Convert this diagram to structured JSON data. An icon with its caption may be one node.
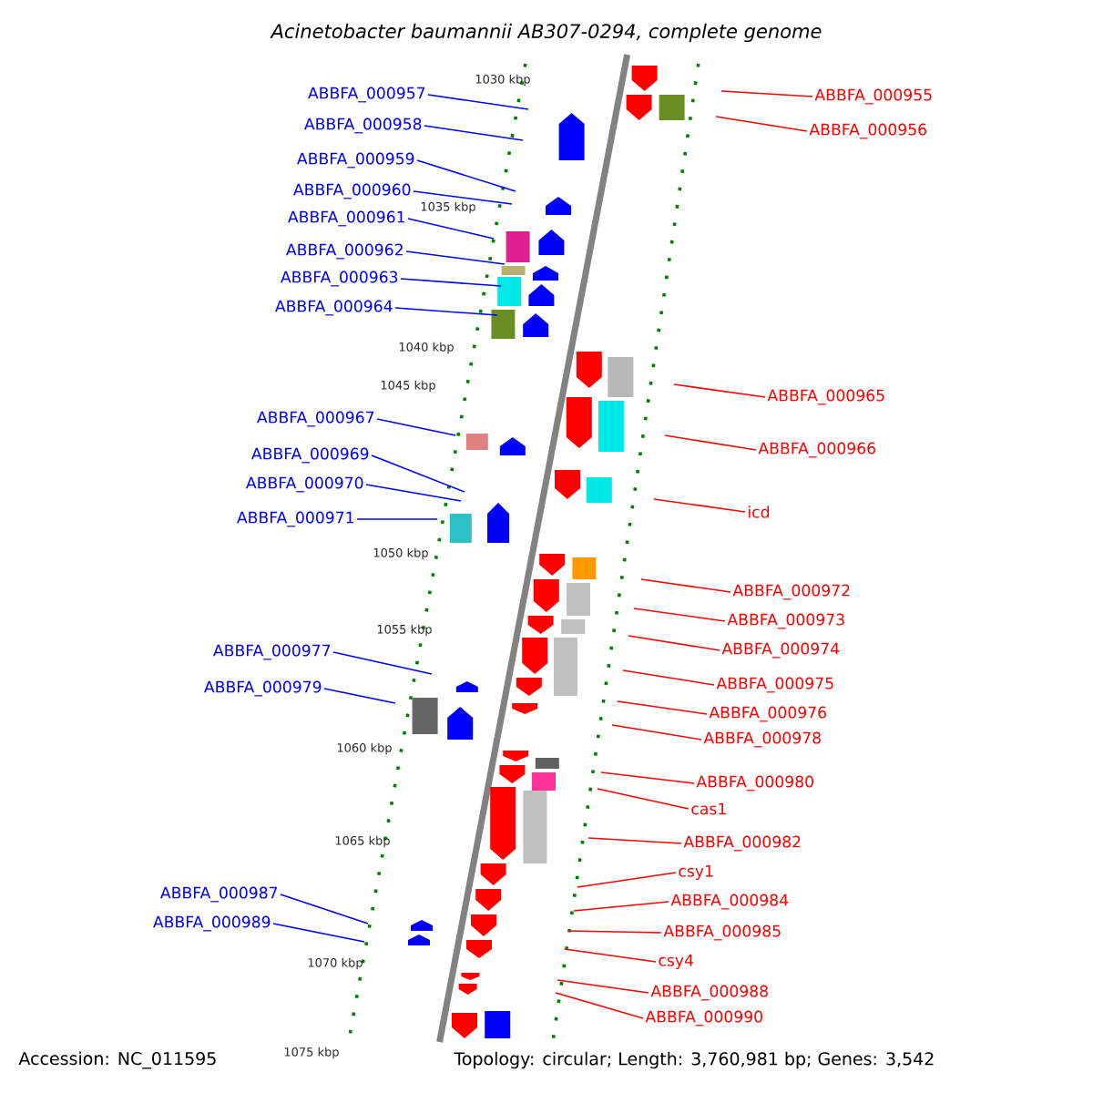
{
  "diagram": {
    "title": "Acinetobacter baumannii AB307-0294, complete genome",
    "nodes": [
      {
        "text": [
          "ABBFA_000957"
        ]
      },
      {
        "text": [
          "ABBFA_000958"
        ]
      },
      {
        "text": [
          "ABBFA_000959"
        ]
      },
      {
        "text": [
          "ABBFA_000960"
        ]
      },
      {
        "text": [
          "ABBFA_000961"
        ]
      },
      {
        "text": [
          "ABBFA_000962"
        ]
      },
      {
        "text": [
          "ABBFA_000963"
        ]
      },
      {
        "text": [
          "ABBFA_000964"
        ]
      },
      {
        "text": [
          "ABBFA_000967"
        ]
      },
      {
        "text": [
          "ABBFA_000969"
        ]
      },
      {
        "text": [
          "ABBFA_000970"
        ]
      },
      {
        "text": [
          "ABBFA_000971"
        ]
      },
      {
        "text": [
          "ABBFA_000977"
        ]
      },
      {
        "text": [
          "ABBFA_000979"
        ]
      },
      {
        "text": [
          "ABBFA_000987"
        ]
      },
      {
        "text": [
          "ABBFA_000989"
        ]
      },
      {
        "text": [
          "ABBFA_000955"
        ]
      },
      {
        "text": [
          "ABBFA_000956"
        ]
      },
      {
        "text": [
          "ABBFA_000965"
        ]
      },
      {
        "text": [
          "ABBFA_000966"
        ]
      },
      {
        "text": [
          "icd"
        ]
      },
      {
        "text": [
          "ABBFA_000972"
        ]
      },
      {
        "text": [
          "ABBFA_000973"
        ]
      },
      {
        "text": [
          "ABBFA_000974"
        ]
      },
      {
        "text": [
          "ABBFA_000975"
        ]
      },
      {
        "text": [
          "ABBFA_000976"
        ]
      },
      {
        "text": [
          "ABBFA_000978"
        ]
      },
      {
        "text": [
          "ABBFA_000980"
        ]
      },
      {
        "text": [
          "cas1"
        ]
      },
      {
        "text": [
          "ABBFA_000982"
        ]
      },
      {
        "text": [
          "csy1"
        ]
      },
      {
        "text": [
          "ABBFA_000984"
        ]
      },
      {
        "text": [
          "ABBFA_000985"
        ]
      },
      {
        "text": [
          "csy4"
        ]
      },
      {
        "text": [
          "ABBFA_000988"
        ]
      },
      {
        "text": [
          "ABBFA_000990"
        ]
      }
    ],
    "edges": [
      {
        "from": 0,
        "to": null,
        "arrow": "none",
        "color": "#0000ff"
      },
      {
        "from": 1,
        "to": null,
        "arrow": "none",
        "color": "#0000ff"
      },
      {
        "from": 2,
        "to": null,
        "arrow": "none",
        "color": "#0000ff"
      },
      {
        "from": 3,
        "to": null,
        "arrow": "none",
        "color": "#0000ff"
      },
      {
        "from": 4,
        "to": null,
        "arrow": "none",
        "color": "#0000ff"
      },
      {
        "from": 5,
        "to": null,
        "arrow": "none",
        "color": "#0000ff"
      },
      {
        "from": 6,
        "to": null,
        "arrow": "none",
        "color": "#0000ff"
      },
      {
        "from": 7,
        "to": null,
        "arrow": "none",
        "color": "#0000ff"
      },
      {
        "from": 8,
        "to": null,
        "arrow": "none",
        "color": "#0000ff"
      },
      {
        "from": 9,
        "to": null,
        "arrow": "none",
        "color": "#0000ff"
      },
      {
        "from": 10,
        "to": null,
        "arrow": "none",
        "color": "#0000ff"
      },
      {
        "from": 11,
        "to": null,
        "arrow": "none",
        "color": "#0000ff"
      },
      {
        "from": 12,
        "to": null,
        "arrow": "none",
        "color": "#0000ff"
      },
      {
        "from": 13,
        "to": null,
        "arrow": "none",
        "color": "#0000ff"
      },
      {
        "from": 14,
        "to": null,
        "arrow": "none",
        "color": "#0000ff"
      },
      {
        "from": 15,
        "to": null,
        "arrow": "none",
        "color": "#0000ff"
      },
      {
        "from": 16,
        "to": null,
        "arrow": "none"
      },
      {
        "from": 17,
        "to": null,
        "arrow": "none"
      },
      {
        "from": 18,
        "to": null,
        "arrow": "none"
      },
      {
        "from": 19,
        "to": null,
        "arrow": "none"
      },
      {
        "from": 20,
        "to": null,
        "arrow": "none"
      },
      {
        "from": 21,
        "to": null,
        "arrow": "none"
      },
      {
        "from": 22,
        "to": null,
        "arrow": "none"
      },
      {
        "from": 23,
        "to": null,
        "arrow": "none"
      },
      {
        "from": 24,
        "to": null,
        "arrow": "none"
      },
      {
        "from": 25,
        "to": null,
        "arrow": "none"
      },
      {
        "from": 26,
        "to": null,
        "arrow": "none"
      },
      {
        "from": 27,
        "to": null,
        "arrow": "none"
      },
      {
        "from": 28,
        "to": null,
        "arrow": "none"
      },
      {
        "from": 29,
        "to": null,
        "arrow": "none"
      },
      {
        "from": 30,
        "to": null,
        "arrow": "none"
      },
      {
        "from": 31,
        "to": null,
        "arrow": "none"
      },
      {
        "from": 32,
        "to": null,
        "arrow": "none"
      },
      {
        "from": 33,
        "to": null,
        "arrow": "none"
      },
      {
        "from": 34,
        "to": null,
        "arrow": "none"
      },
      {
        "from": 35,
        "to": null,
        "arrow": "none"
      }
    ],
    "labels": [
      "1030 kbp",
      "1035 kbp",
      "1040 kbp",
      "1045 kbp",
      "1050 kbp",
      "1055 kbp",
      "1060 kbp",
      "1065 kbp",
      "1070 kbp",
      "1075 kbp",
      "Accession: NC_011595",
      "Topology: circular; Length: 3,760,981 bp; Genes: 3,542"
    ]
  }
}
